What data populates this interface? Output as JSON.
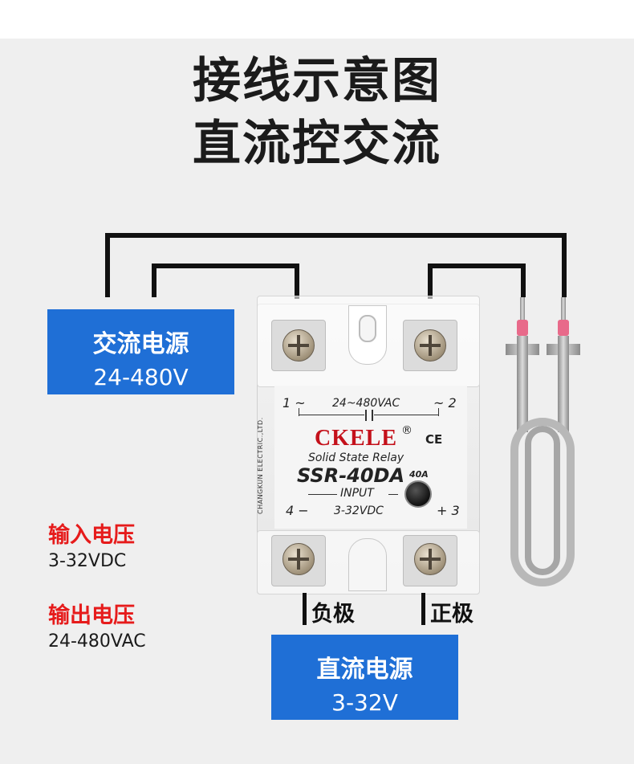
{
  "title": {
    "line1": "接线示意图",
    "line2": "直流控交流"
  },
  "ac_source": {
    "label": "交流电源",
    "value": "24-480V"
  },
  "dc_source": {
    "label": "直流电源",
    "value": "3-32V"
  },
  "specs": {
    "input_label": "输入电压",
    "input_value": "3-32VDC",
    "output_label": "输出电压",
    "output_value": "24-480VAC"
  },
  "poles": {
    "negative": "负极",
    "positive": "正极"
  },
  "relay": {
    "terminal_1": "1 ~",
    "terminal_2": "~ 2",
    "terminal_3": "+ 3",
    "terminal_4": "4 −",
    "output_rating": "24~480VAC",
    "brand": "CKELE",
    "registered": "®",
    "ce_mark": "CE",
    "subtitle": "Solid State Relay",
    "model": "SSR-40DA",
    "current": "40A",
    "input_label": "INPUT",
    "input_rating": "3-32VDC",
    "manufacturer": "CHANGKUN ELECTRIC.,LTD."
  },
  "colors": {
    "box_blue": "#1f6fd6",
    "label_red": "#e61b1b",
    "brand_red": "#c4111b",
    "wire": "#111111"
  }
}
